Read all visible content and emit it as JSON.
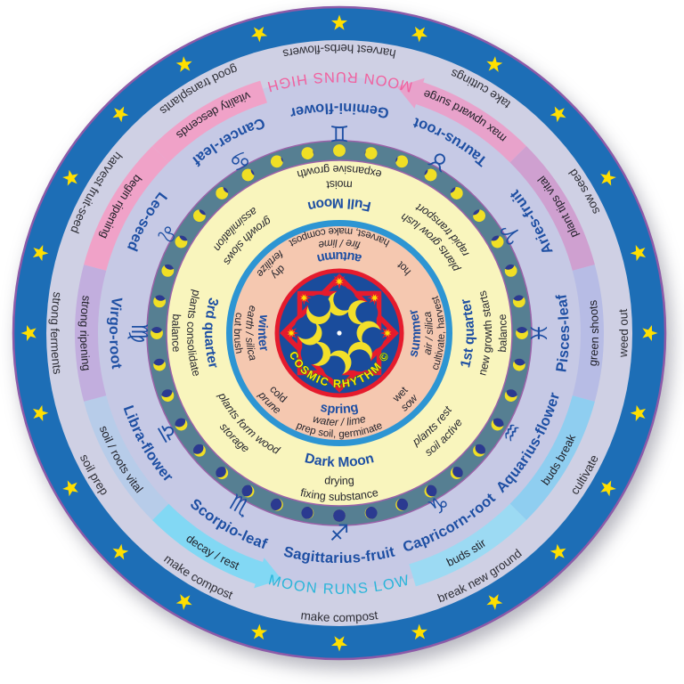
{
  "brand": {
    "name": "COSMIC RHYTHM ©"
  },
  "moon_runs": {
    "high": "MOON RUNS HIGH",
    "low": "MOON RUNS LOW",
    "high_color": "#f0619f",
    "low_color": "#2ab5d9"
  },
  "zodiac": [
    {
      "name": "Gemini-flower",
      "symbol": "♊",
      "advice": "harvest herbs-flowers",
      "band_label": "",
      "band_color": ""
    },
    {
      "name": "Taurus-root",
      "symbol": "♉",
      "advice": "take cuttings",
      "band_label": "max upward surge",
      "band_color": "#e8a2cb"
    },
    {
      "name": "Aries-fruit",
      "symbol": "♈",
      "advice": "sow seed",
      "band_label": "plant tips vital",
      "band_color": "#cfa0d0"
    },
    {
      "name": "Pisces-leaf",
      "symbol": "♓",
      "advice": "weed out",
      "band_label": "green shoots",
      "band_color": "#b7bce5"
    },
    {
      "name": "Aquarius-flower",
      "symbol": "♒",
      "advice": "cultivate",
      "band_label": "buds break",
      "band_color": "#8fcef0"
    },
    {
      "name": "Capricorn-root",
      "symbol": "♑",
      "advice": "break new ground",
      "band_label": "buds stir",
      "band_color": "#9cdaf3"
    },
    {
      "name": "Sagittarius-fruit",
      "symbol": "♐",
      "advice": "make compost",
      "band_label": "",
      "band_color": ""
    },
    {
      "name": "Scorpio-leaf",
      "symbol": "♏",
      "advice": "make compost",
      "band_label": "decay / rest",
      "band_color": "#82d8f4"
    },
    {
      "name": "Libra-flower",
      "symbol": "♎",
      "advice": "soil prep",
      "band_label": "soil / roots vital",
      "band_color": "#b7cce9"
    },
    {
      "name": "Virgo-root",
      "symbol": "♍",
      "advice": "strong ferments",
      "band_label": "strong ripening",
      "band_color": "#c2aede"
    },
    {
      "name": "Leo-seed",
      "symbol": "♌",
      "advice": "harvest fruit-seed",
      "band_label": "begin ripening",
      "band_color": "#f0a2c8"
    },
    {
      "name": "Cancer-leaf",
      "symbol": "♋",
      "advice": "good transplants",
      "band_label": "vitality descends",
      "band_color": "#f0a2c8"
    }
  ],
  "moon_phases": [
    {
      "name": "Full Moon",
      "line2": "moist",
      "line3": "expansive growth"
    },
    {
      "name": "1st quarter",
      "line2": "new growth starts",
      "line3": "balance"
    },
    {
      "name": "Dark Moon",
      "line2": "drying",
      "line3": "fixing substance"
    },
    {
      "name": "3rd quarter",
      "line2": "plants consolidate",
      "line3": "balance"
    }
  ],
  "phase_transitions": [
    {
      "line1": "plants grow lush",
      "line2": "rapid transport"
    },
    {
      "line1": "plants rest",
      "line2": "soil active"
    },
    {
      "line1": "plants form wood",
      "line2": "storage"
    },
    {
      "line1": "growth slows",
      "line2": "assimilation"
    }
  ],
  "seasons": [
    {
      "name": "autumn",
      "element": "fire / lime",
      "activity": "harvest, make compost"
    },
    {
      "name": "summer",
      "element": "air / silica",
      "activity": "cultivate, harvest"
    },
    {
      "name": "spring",
      "element": "water / lime",
      "activity": "prep soil, germinate"
    },
    {
      "name": "winter",
      "element": "earth / silica",
      "activity": "cut brush"
    }
  ],
  "season_transitions": [
    {
      "line1": "hot",
      "line2": ""
    },
    {
      "line1": "wet",
      "line2": "sow"
    },
    {
      "line1": "cold",
      "line2": "prune"
    },
    {
      "line1": "dry",
      "line2": "fertilize"
    }
  ],
  "colors": {
    "outer_ring": "#1d6eb6",
    "outer_rim": "#8d5aa8",
    "star": "#ffdf00",
    "advice_ring": "#cfd0e4",
    "zodiac_ring": "#c6c9e5",
    "teal_ring": "#567f92",
    "teal_edge": "#9a62a8",
    "dot_dark": "#2b3a90",
    "dot_lit": "#f0df25",
    "yellow_ring": "#f9f5bd",
    "peach_ring": "#f5c8b0",
    "inner_blue_border": "#2d95d3",
    "emblem_disc": "#1a4c9c",
    "emblem_red": "#e51b2d",
    "crescent": "#f2df2a"
  }
}
